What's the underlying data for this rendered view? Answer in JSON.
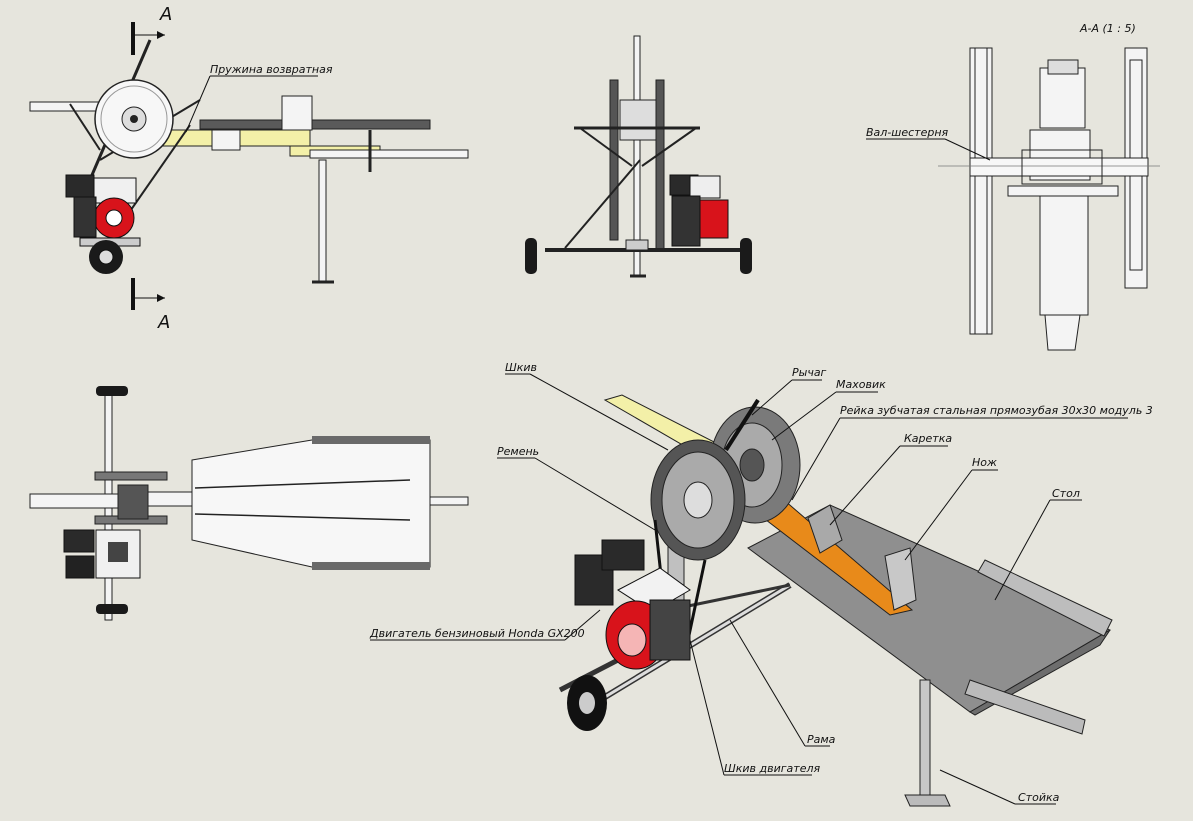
{
  "drawing": {
    "section_view_title": "A-A (1 : 5)",
    "section_marker_top": "A",
    "section_marker_bottom": "A",
    "labels": {
      "spring": "Пружина возвратная",
      "pinion_shaft": "Вал-шестерня",
      "pulley": "Шкив",
      "lever": "Рычаг",
      "flywheel": "Маховик",
      "rack": "Рейка зубчатая стальная прямозубая 30х30 модуль 3",
      "carriage": "Каретка",
      "belt": "Ремень",
      "knife": "Нож",
      "table": "Стол",
      "engine": "Двигатель бензиновый Honda GX200",
      "frame": "Рама",
      "engine_pulley": "Шкив двигателя",
      "stand": "Стойка"
    },
    "colors": {
      "background": "#e6e5dd",
      "rack_yellow": "#f3f0a8",
      "carriage_orange": "#e88a1a",
      "engine_red": "#d8131b",
      "metal_grey": "#8f8f8f",
      "dark": "#1a1a1a"
    }
  }
}
